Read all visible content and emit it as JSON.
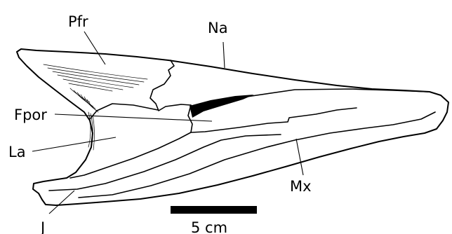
{
  "labels": {
    "pfr": "Pfr",
    "na": "Na",
    "fpor": "Fpor",
    "la": "La",
    "mx": "Mx",
    "j": "J"
  },
  "scale_bar": {
    "label": "5 cm",
    "length_cm": 5
  },
  "colors": {
    "line": "#000000",
    "fill": "#ffffff",
    "fenestra": "#000000"
  }
}
